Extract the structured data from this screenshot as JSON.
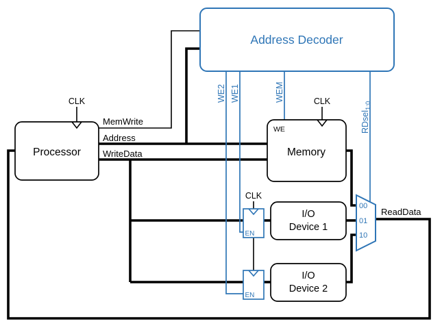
{
  "colors": {
    "blue": "#2E75B6",
    "black": "#000000",
    "background": "#FFFFFF"
  },
  "blocks": {
    "decoder": {
      "label": "Address Decoder"
    },
    "processor": {
      "label": "Processor"
    },
    "memory": {
      "label": "Memory",
      "we": "WE"
    },
    "io1": {
      "line1": "I/O",
      "line2": "Device 1"
    },
    "io2": {
      "line1": "I/O",
      "line2": "Device 2"
    },
    "reg1": {
      "en": "EN"
    },
    "reg2": {
      "en": "EN"
    }
  },
  "clk": {
    "processor": "CLK",
    "memory": "CLK",
    "registers": "CLK"
  },
  "signals": {
    "memwrite": "MemWrite",
    "address": "Address",
    "writedata": "WriteData",
    "readdata": "ReadData",
    "we2": "WE2",
    "we1": "WE1",
    "wem": "WEM",
    "rdsel": "RDsel",
    "rdsel_sub": "1:0"
  },
  "mux": {
    "sel0": "00",
    "sel1": "01",
    "sel2": "10"
  }
}
